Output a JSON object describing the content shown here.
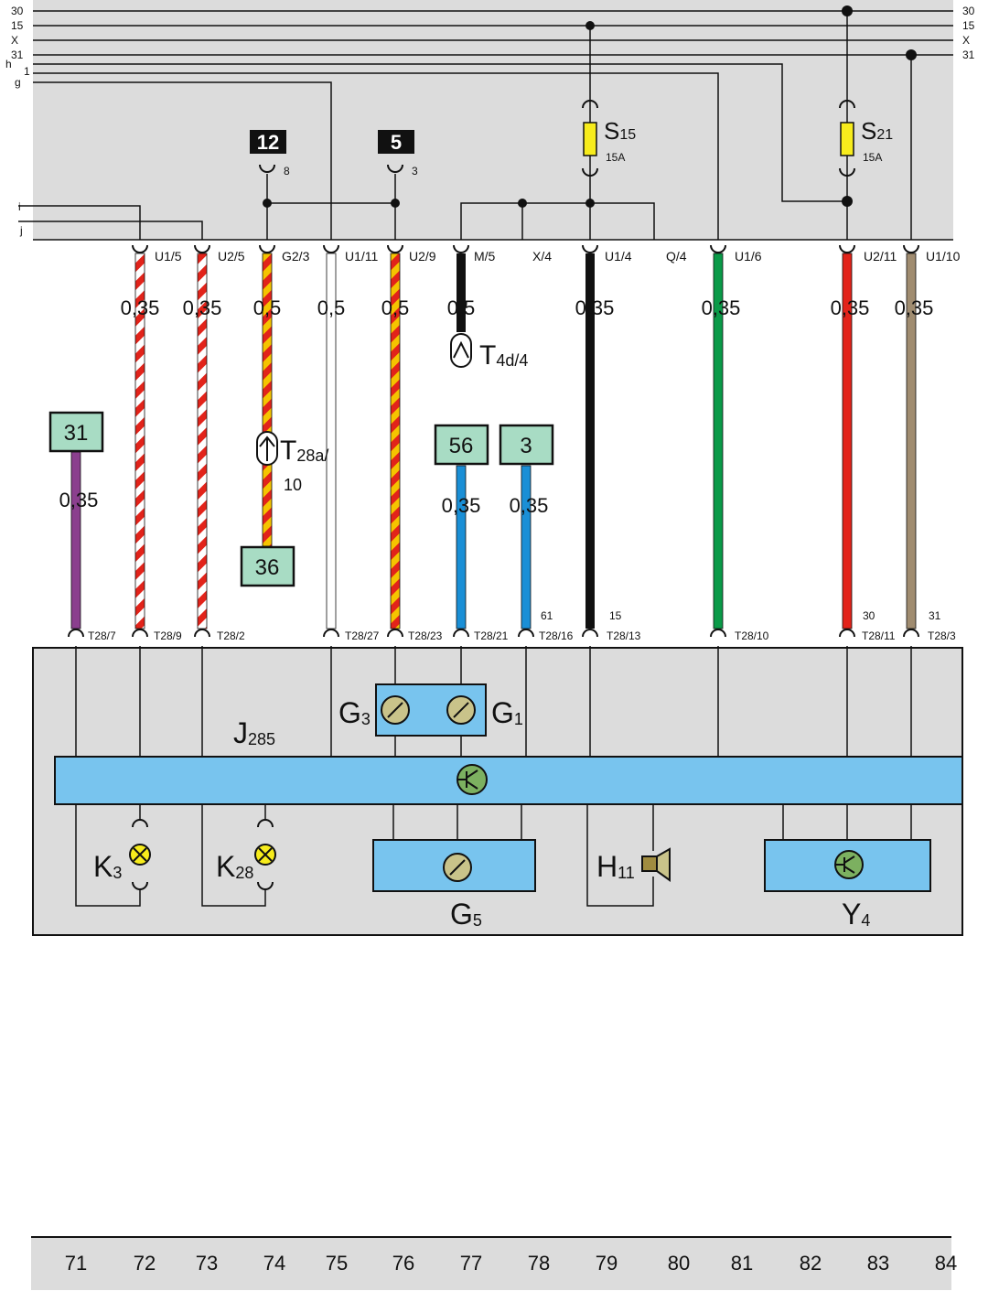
{
  "bus": {
    "left": [
      "30",
      "15",
      "X",
      "31",
      "h",
      "1",
      "g",
      "i",
      "j"
    ],
    "right": [
      "30",
      "15",
      "X",
      "31"
    ]
  },
  "refs": {
    "r12": "12",
    "r12pin": "8",
    "r5": "5",
    "r5pin": "3"
  },
  "fuses": [
    {
      "id": "S",
      "sub": "15",
      "rating": "15A"
    },
    {
      "id": "S",
      "sub": "21",
      "rating": "15A"
    }
  ],
  "top_pins": [
    "U1/5",
    "U2/5",
    "G2/3",
    "U1/11",
    "U2/9",
    "M/5",
    "X/4",
    "U1/4",
    "Q/4",
    "U1/6",
    "U2/11",
    "U1/10"
  ],
  "sizes": {
    "w72": "0,35",
    "w73": "0,35",
    "w74": "0,5",
    "w75": "0,5",
    "w76": "0,5",
    "w77": "0,5",
    "w79": "0,35",
    "w81": "0,35",
    "w83": "0,35",
    "w84": "0,35",
    "w71": "0,35",
    "w77b": "0,35",
    "w78": "0,35"
  },
  "connectors": {
    "t4d_main": "T",
    "t4d_sub": "4d/4",
    "t28a_main": "T",
    "t28a_sub": "28a/",
    "t28a_line2": "10"
  },
  "ground_boxes": {
    "b31": "31",
    "b36": "36",
    "b56": "56",
    "b3": "3"
  },
  "bottom_pins": [
    "T28/7",
    "T28/9",
    "T28/2",
    "T28/27",
    "T28/23",
    "T28/21",
    "T28/16",
    "T28/13",
    "T28/10",
    "T28/11",
    "T28/3"
  ],
  "terminal_notes": {
    "t61": "61",
    "t15": "15",
    "t30": "30",
    "t31": "31"
  },
  "components": {
    "j": "J",
    "j_sub": "285",
    "g3": "G",
    "g3_sub": "3",
    "g1": "G",
    "g1_sub": "1",
    "g5": "G",
    "g5_sub": "5",
    "k3": "K",
    "k3_sub": "3",
    "k28": "K",
    "k28_sub": "28",
    "h11": "H",
    "h11_sub": "11",
    "y4": "Y",
    "y4_sub": "4"
  },
  "footer": [
    "71",
    "72",
    "73",
    "74",
    "75",
    "76",
    "77",
    "78",
    "79",
    "80",
    "81",
    "82",
    "83",
    "84"
  ],
  "colors": {
    "panel": "#dcdcdc",
    "blue_bar": "#78c4ee",
    "ground_box": "#a8dcc4",
    "red": "#e2231a",
    "yellow": "#f5c400",
    "purple": "#8b3f8e",
    "blue": "#1a8fd6",
    "green": "#0a9a48",
    "brown": "#a08c70",
    "black": "#111111",
    "fuse": "#f7ec1c"
  }
}
